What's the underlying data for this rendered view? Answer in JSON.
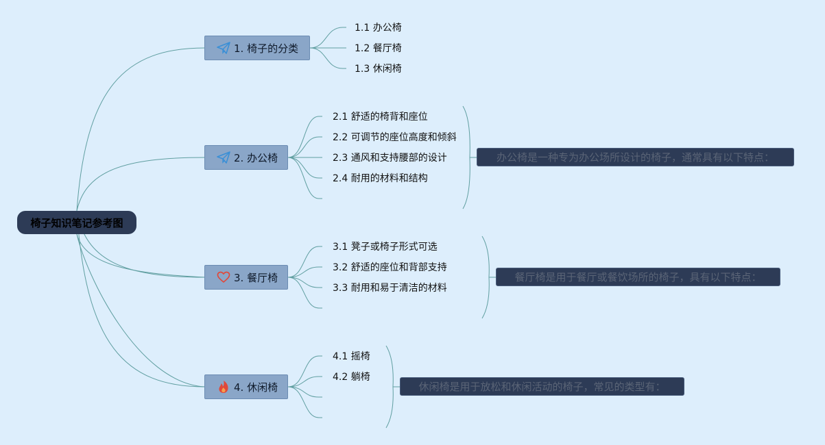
{
  "root": {
    "title": "椅子知识笔记参考图"
  },
  "branches": [
    {
      "label": "1. 椅子的分类",
      "icon": "paper-plane-icon",
      "leaves": [
        "1.1 办公椅",
        "1.2 餐厅椅",
        "1.3 休闲椅"
      ],
      "note": ""
    },
    {
      "label": "2. 办公椅",
      "icon": "paper-plane-icon",
      "leaves": [
        "2.1 舒适的椅背和座位",
        "2.2 可调节的座位高度和倾斜",
        "2.3 通风和支持腰部的设计",
        "2.4 耐用的材料和结构",
        ""
      ],
      "note": "办公椅是一种专为办公场所设计的椅子，通常具有以下特点："
    },
    {
      "label": "3. 餐厅椅",
      "icon": "heart-icon",
      "leaves": [
        "3.1 凳子或椅子形式可选",
        "3.2 舒适的座位和背部支持",
        "3.3 耐用和易于清洁的材料",
        ""
      ],
      "note": "餐厅椅是用于餐厅或餐饮场所的椅子，具有以下特点："
    },
    {
      "label": "4. 休闲椅",
      "icon": "fire-icon",
      "leaves": [
        "4.1 摇椅",
        "4.2 躺椅",
        "",
        ""
      ],
      "note": "休闲椅是用于放松和休闲活动的椅子，常见的类型有："
    }
  ],
  "colors": {
    "background": "#ddeefc",
    "connector": "#5f9ea0",
    "root_fill": "#2d3b56",
    "branch_fill": "#8aa6c8",
    "note_fill": "#2d3b56",
    "icon_blue": "#3a8fd6",
    "icon_red": "#e0483a"
  }
}
